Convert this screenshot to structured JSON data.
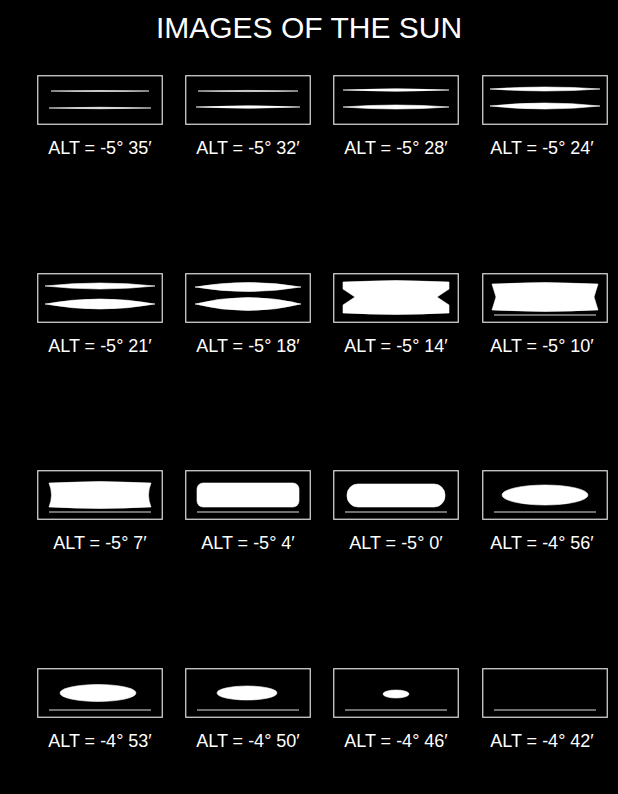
{
  "diagram": {
    "title": "IMAGES OF THE SUN",
    "nodes": [
      {
        "text": [
          "ALT = -5° 35′"
        ]
      },
      {
        "text": [
          "ALT = -5° 32′"
        ]
      },
      {
        "text": [
          "ALT = -5° 28′"
        ]
      },
      {
        "text": [
          "ALT = -5° 24′"
        ]
      },
      {
        "text": [
          "ALT = -5° 21′"
        ]
      },
      {
        "text": [
          "ALT = -5° 18′"
        ]
      },
      {
        "text": [
          "ALT = -5° 14′"
        ]
      },
      {
        "text": [
          "ALT = -5° 10′"
        ]
      },
      {
        "text": [
          "ALT = -5° 7′"
        ]
      },
      {
        "text": [
          "ALT = -5° 4′"
        ]
      },
      {
        "text": [
          "ALT = -5° 0′"
        ]
      },
      {
        "text": [
          "ALT = -4° 56′"
        ]
      },
      {
        "text": [
          "ALT = -4° 53′"
        ]
      },
      {
        "text": [
          "ALT = -4° 50′"
        ]
      },
      {
        "text": [
          "ALT = -4° 46′"
        ]
      },
      {
        "text": [
          "ALT = -4° 42′"
        ]
      }
    ]
  }
}
